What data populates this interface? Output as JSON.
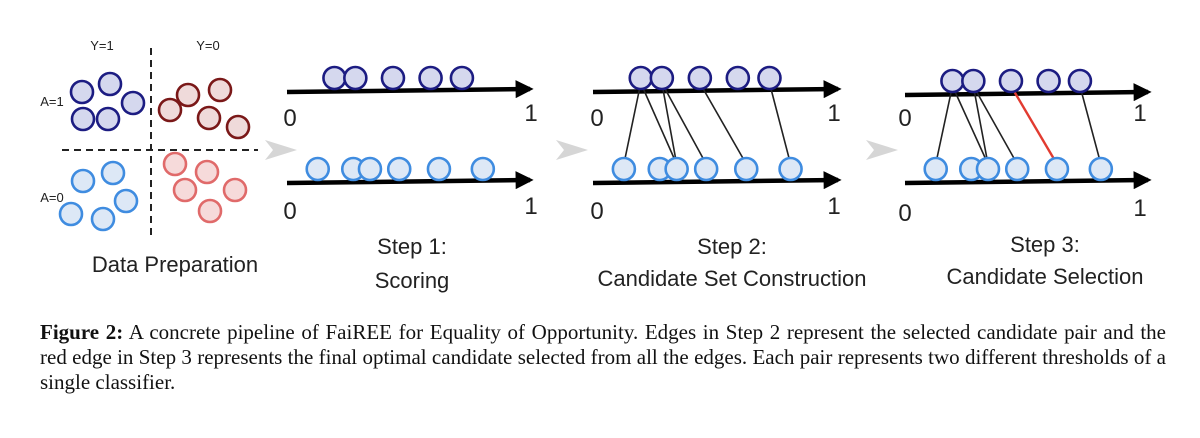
{
  "diagram": {
    "data_prep": {
      "title": "Data Preparation",
      "col_labels": [
        "Y=1",
        "Y=0"
      ],
      "row_labels": [
        "A=1",
        "A=0"
      ]
    },
    "axis_labels": {
      "start": "0",
      "end": "1"
    },
    "steps": [
      {
        "line1": "Step 1:",
        "line2": "Scoring"
      },
      {
        "line1": "Step 2:",
        "line2": "Candidate Set Construction"
      },
      {
        "line1": "Step 3:",
        "line2": "Candidate Selection"
      }
    ],
    "top_scores": [
      0.16,
      0.26,
      0.44,
      0.62,
      0.77
    ],
    "bottom_scores": [
      0.08,
      0.25,
      0.33,
      0.47,
      0.66,
      0.87
    ],
    "candidate_pairs": [
      [
        0,
        0
      ],
      [
        1,
        2
      ],
      [
        1,
        3
      ],
      [
        2,
        4
      ],
      [
        4,
        5
      ],
      [
        0,
        2
      ]
    ],
    "selected_pair": [
      2,
      4
    ],
    "colors": {
      "a1_fill": "#d5d8ee",
      "a1_stroke": "#1c1c82",
      "a1y0_fill": "#efdada",
      "a1y0_stroke": "#7a1818",
      "a0_fill": "#dde8f6",
      "a0_stroke": "#3f8ce0",
      "a0y0_fill": "#f6dada",
      "a0y0_stroke": "#e06a6a",
      "selected_edge": "#e23b30"
    }
  },
  "caption": {
    "label": "Figure 2:",
    "text": " A concrete pipeline of FaiREE for Equality of Opportunity. Edges in Step 2 represent the selected candidate pair and the red edge in Step 3 represents the final optimal candidate selected from all the edges. Each pair represents two different thresholds of a single classifier."
  }
}
